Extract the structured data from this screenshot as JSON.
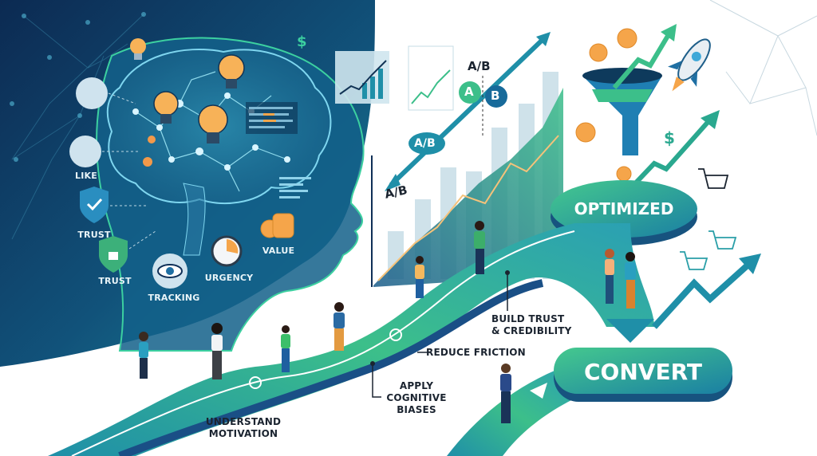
{
  "theme": {
    "navy": "#0f2f57",
    "teal": "#1f8fa8",
    "green": "#3cbf8a",
    "orange": "#f5a54a",
    "ink": "#1b2430"
  },
  "mind_labels": {
    "like": "LIKE",
    "trust_check": "TRUST",
    "trust_lock": "TRUST",
    "tracking": "TRACKING",
    "urgency": "URGENCY",
    "value": "VALUE"
  },
  "ab_labels": {
    "top": "A/B",
    "a": "A",
    "b": "B",
    "mid": "A/B",
    "bottom": "A/B"
  },
  "path_steps": [
    {
      "label_lines": [
        "UNDERSTAND",
        "MOTIVATION"
      ]
    },
    {
      "label_lines": [
        "APPLY",
        "COGNITIVE",
        "BIASES"
      ]
    },
    {
      "label_lines": [
        "REDUCE FRICTION"
      ]
    },
    {
      "label_lines": [
        "BUILD TRUST",
        "& CREDIBILITY"
      ]
    }
  ],
  "optimized_button": {
    "label": "OPTIMIZED"
  },
  "convert_button": {
    "label": "CONVERT"
  },
  "currency_symbol": "$"
}
